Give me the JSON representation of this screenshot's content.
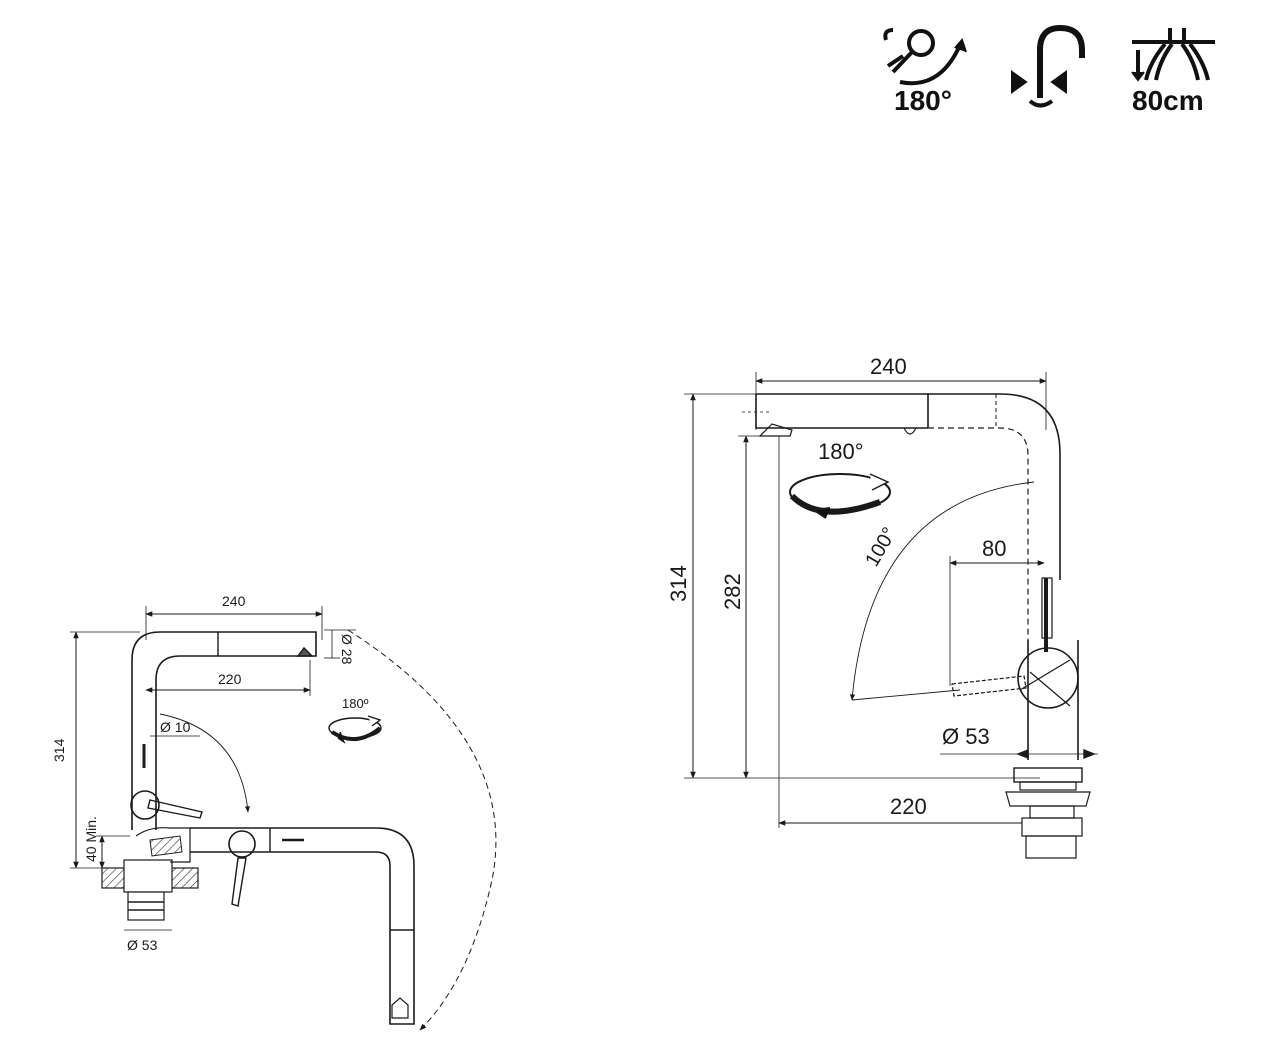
{
  "features": {
    "swivel_label": "180°",
    "pullout_label": "80cm"
  },
  "left_view": {
    "width": "240",
    "reach": "220",
    "height": "314",
    "spout_dia": "Ø 28",
    "hose_dia": "Ø 10",
    "base_dia": "Ø 53",
    "min_thickness": "40 Min.",
    "rotation": "180º"
  },
  "right_view": {
    "width": "240",
    "height_total": "314",
    "height_outlet": "282",
    "rotation": "180°",
    "lever_angle": "100°",
    "lever_offset": "80",
    "base_dia": "Ø 53",
    "reach": "220"
  },
  "colors": {
    "line": "#1a1a1a",
    "background": "#ffffff"
  }
}
